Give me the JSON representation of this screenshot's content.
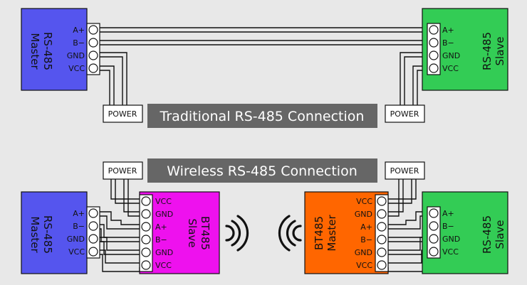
{
  "colors": {
    "master_blue": "#5555ee",
    "slave_green": "#33cc55",
    "bt_slave_magenta": "#ee11ee",
    "bt_master_orange": "#ff6600",
    "banner_gray": "#666666",
    "wire": "#111111"
  },
  "traditional": {
    "banner": "Traditional RS-485 Connection",
    "master": {
      "line1": "RS-485",
      "line2": "Master"
    },
    "slave": {
      "line1": "RS-485",
      "line2": "Slave"
    },
    "master_pins": [
      "A+",
      "B−",
      "GND",
      "VCC"
    ],
    "slave_pins": [
      "A+",
      "B−",
      "GND",
      "VCC"
    ],
    "power_left": "POWER",
    "power_right": "POWER"
  },
  "wireless": {
    "banner": "Wireless RS-485 Connection",
    "master": {
      "line1": "RS-485",
      "line2": "Master"
    },
    "bt_slave": {
      "line1": "BT485",
      "line2": "Slave"
    },
    "bt_master": {
      "line1": "BT485",
      "line2": "Master"
    },
    "slave": {
      "line1": "RS-485",
      "line2": "Slave"
    },
    "master_pins": [
      "A+",
      "B−",
      "GND",
      "VCC"
    ],
    "bt_slave_pins": [
      "VCC",
      "GND",
      "A+",
      "B−",
      "GND",
      "VCC"
    ],
    "bt_master_pins": [
      "VCC",
      "GND",
      "A+",
      "B−",
      "GND",
      "VCC"
    ],
    "slave_pins": [
      "A+",
      "B−",
      "GND",
      "VCC"
    ],
    "power_left": "POWER",
    "power_right": "POWER",
    "signal_icons": [
      "wireless-signal-right-icon",
      "wireless-signal-left-icon"
    ]
  }
}
